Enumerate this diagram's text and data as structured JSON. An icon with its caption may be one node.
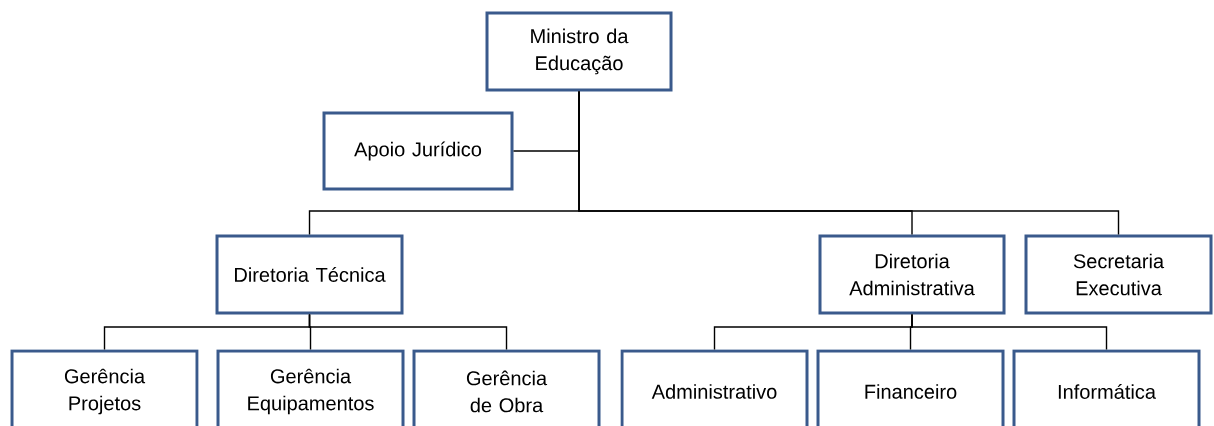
{
  "diagram": {
    "nodes": [
      {
        "text": [
          "Ministro da Educação"
        ]
      },
      {
        "text": [
          "Apoio Jurídico"
        ]
      },
      {
        "text": [
          "Diretoria Técnica"
        ]
      },
      {
        "text": [
          "Diretoria Administrativa"
        ]
      },
      {
        "text": [
          "Secretaria Executiva"
        ]
      },
      {
        "text": [
          "Gerência Projetos"
        ]
      },
      {
        "text": [
          "Gerência Equipamentos"
        ]
      },
      {
        "text": [
          "Gerência de Obra"
        ]
      },
      {
        "text": [
          "Administrativo"
        ]
      },
      {
        "text": [
          "Financeiro"
        ]
      },
      {
        "text": [
          "Informática"
        ]
      }
    ],
    "edges": [
      {
        "from": 0,
        "to": 1,
        "arrow": "none"
      },
      {
        "from": 0,
        "to": 2,
        "arrow": "none"
      },
      {
        "from": 0,
        "to": 3,
        "arrow": "none"
      },
      {
        "from": 0,
        "to": 4,
        "arrow": "none"
      },
      {
        "from": 2,
        "to": 5,
        "arrow": "none"
      },
      {
        "from": 2,
        "to": 6,
        "arrow": "none"
      },
      {
        "from": 2,
        "to": 7,
        "arrow": "none"
      },
      {
        "from": 3,
        "to": 8,
        "arrow": "none"
      },
      {
        "from": 3,
        "to": 9,
        "arrow": "none"
      },
      {
        "from": 3,
        "to": 10,
        "arrow": "none"
      }
    ]
  }
}
